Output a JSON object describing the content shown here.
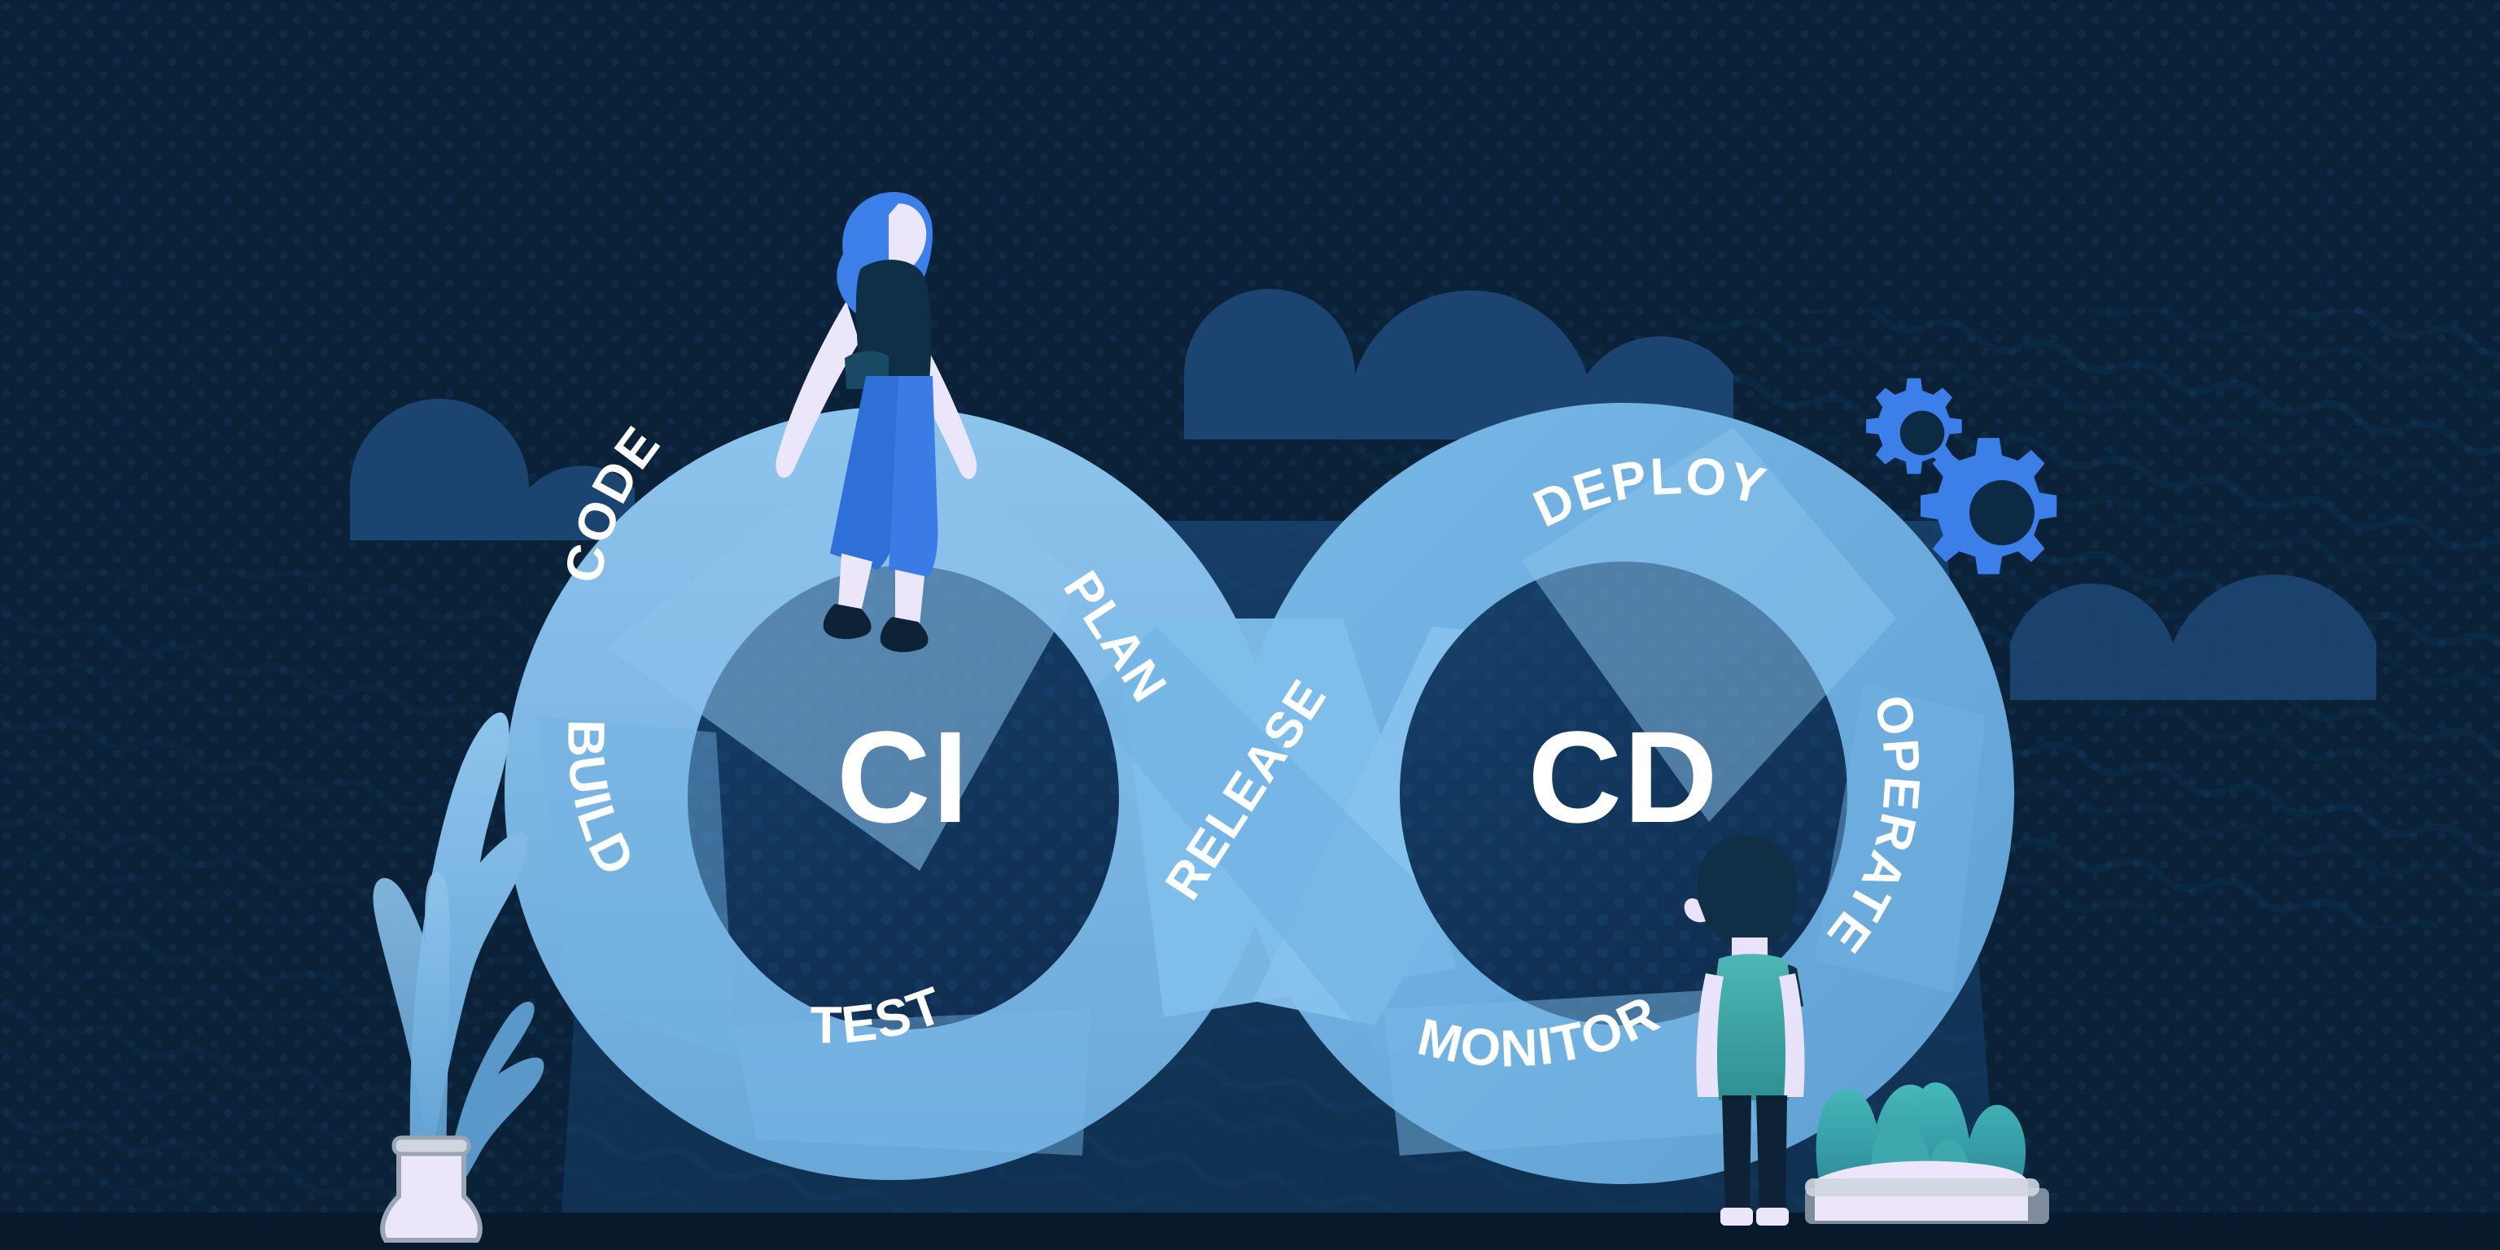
{
  "illustration": {
    "title": "DevOps CI/CD infinity loop",
    "background_color": "#0a2137",
    "loop_color_light": "#79b9e8",
    "loop_color_mid": "#6aa8d9",
    "loop_color_dark": "#5f9fd2",
    "inner_fill": "#123d66",
    "panel_color": "#123b5e",
    "text_color": "#ffffff",
    "accent_blue": "#3d7fe8"
  },
  "loop": {
    "center_labels": [
      {
        "id": "ci",
        "text": "CI"
      },
      {
        "id": "cd",
        "text": "CD"
      }
    ],
    "stage_labels": [
      {
        "id": "code",
        "text": "CODE"
      },
      {
        "id": "build",
        "text": "BUILD"
      },
      {
        "id": "test",
        "text": "TEST"
      },
      {
        "id": "plan",
        "text": "PLAN"
      },
      {
        "id": "release",
        "text": "RELEASE"
      },
      {
        "id": "deploy",
        "text": "DEPLOY"
      },
      {
        "id": "operate",
        "text": "OPERATE"
      },
      {
        "id": "monitor",
        "text": "MONITOR"
      }
    ]
  },
  "scene": {
    "characters": [
      {
        "id": "woman",
        "hair_color": "#3d7fe8",
        "top_color": "#0e2f45",
        "pants_color": "#2f6fd8",
        "skin_color": "#ece6fb",
        "shoe_color": "#0e2236"
      },
      {
        "id": "man",
        "hair_color": "#0e2f45",
        "vest_color": "#3fa8ad",
        "pants_color": "#0e2236",
        "skin_color": "#e8e2fa"
      }
    ],
    "props": [
      {
        "id": "gear-large",
        "color": "#3d7fe8"
      },
      {
        "id": "gear-small",
        "color": "#3d7fe8"
      },
      {
        "id": "plant-vase",
        "leaf_color": "#79b9e8",
        "vase_color": "#ece6fb"
      },
      {
        "id": "planter-box",
        "shrub_color": "#3fa8ad",
        "box_color": "#ece6fb"
      },
      {
        "id": "cloud-left",
        "color": "#1b4470"
      },
      {
        "id": "cloud-mid",
        "color": "#1b4470"
      },
      {
        "id": "cloud-right",
        "color": "#1b4470"
      }
    ]
  }
}
